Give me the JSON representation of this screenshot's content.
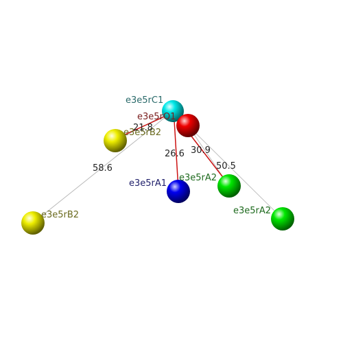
{
  "atoms": [
    {
      "id": "c1",
      "label": "e3e5rC1",
      "color": "#00e0e0",
      "label_color": "#2a6a6a"
    },
    {
      "id": "o1",
      "label": "e3e5rO1",
      "color": "#ee0000",
      "label_color": "#7a1e1e"
    },
    {
      "id": "b2_near",
      "label": "e3e5rB2",
      "color": "#e8e800",
      "label_color": "#6a6a1e"
    },
    {
      "id": "b2_far",
      "label": "e3e5rB2",
      "color": "#e8e800",
      "label_color": "#6a6a1e"
    },
    {
      "id": "a1",
      "label": "e3e5rA1",
      "color": "#0000ee",
      "label_color": "#1e1e6a"
    },
    {
      "id": "a2_near",
      "label": "e3e5rA2",
      "color": "#00e000",
      "label_color": "#1e6a1e"
    },
    {
      "id": "a2_far",
      "label": "e3e5rA2",
      "color": "#00e000",
      "label_color": "#1e6a1e"
    }
  ],
  "distances": [
    {
      "id": "d1",
      "label": "21.8"
    },
    {
      "id": "d2",
      "label": "58.6"
    },
    {
      "id": "d3",
      "label": "26.6"
    },
    {
      "id": "d4",
      "label": "30.9"
    },
    {
      "id": "d5",
      "label": "50.5"
    }
  ],
  "colors": {
    "bond_red": "#cc1111",
    "bond_gray": "#b8b8b8"
  }
}
